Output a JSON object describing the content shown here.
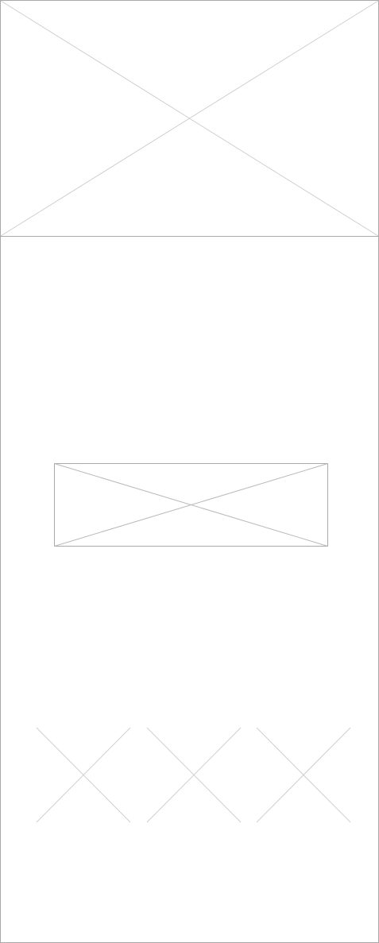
{
  "page": {
    "title": "",
    "background_color": "#ffffff",
    "border_color": "#a9a9a9",
    "placeholder_line_color": "#cfcfcf"
  },
  "hero": {
    "placeholder": "image",
    "icon": "image-placeholder-icon"
  },
  "banner": {
    "placeholder": "image",
    "icon": "image-placeholder-icon"
  },
  "tiles": [
    {
      "placeholder": "image",
      "icon": "image-placeholder-icon"
    },
    {
      "placeholder": "image",
      "icon": "image-placeholder-icon"
    },
    {
      "placeholder": "image",
      "icon": "image-placeholder-icon"
    }
  ]
}
